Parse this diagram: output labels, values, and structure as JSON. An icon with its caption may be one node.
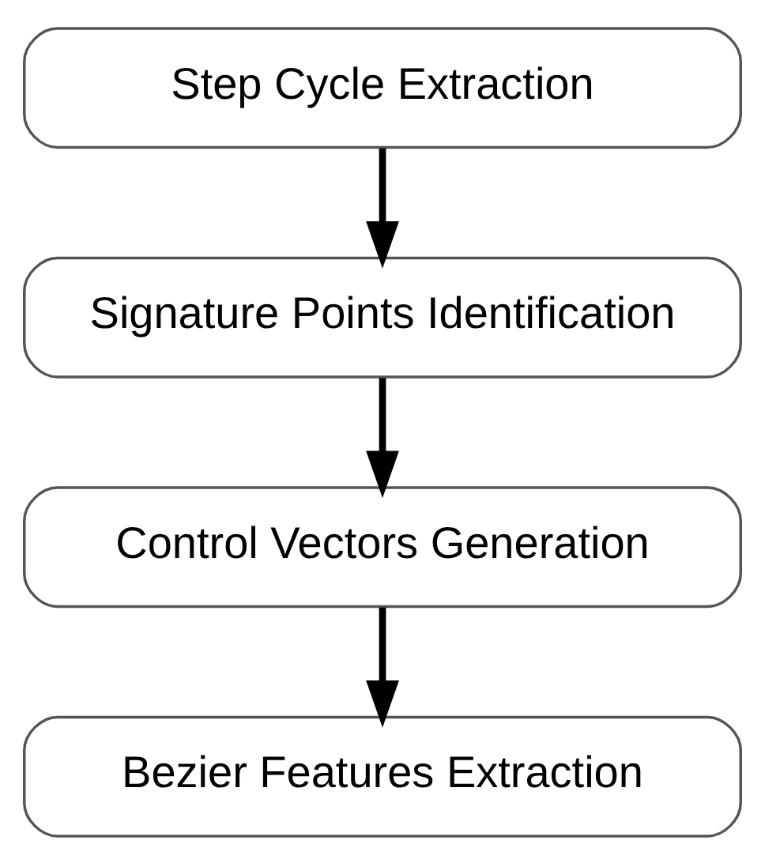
{
  "diagram": {
    "nodes": [
      {
        "text": [
          "Step Cycle Extraction"
        ]
      },
      {
        "text": [
          "Signature Points Identification"
        ]
      },
      {
        "text": [
          "Control Vectors Generation"
        ]
      },
      {
        "text": [
          "Bezier Features Extraction"
        ]
      }
    ],
    "edges": [
      {
        "from": 0,
        "to": 1,
        "arrow": "to"
      },
      {
        "from": 1,
        "to": 2,
        "arrow": "to"
      },
      {
        "from": 2,
        "to": 3,
        "arrow": "to"
      }
    ]
  }
}
